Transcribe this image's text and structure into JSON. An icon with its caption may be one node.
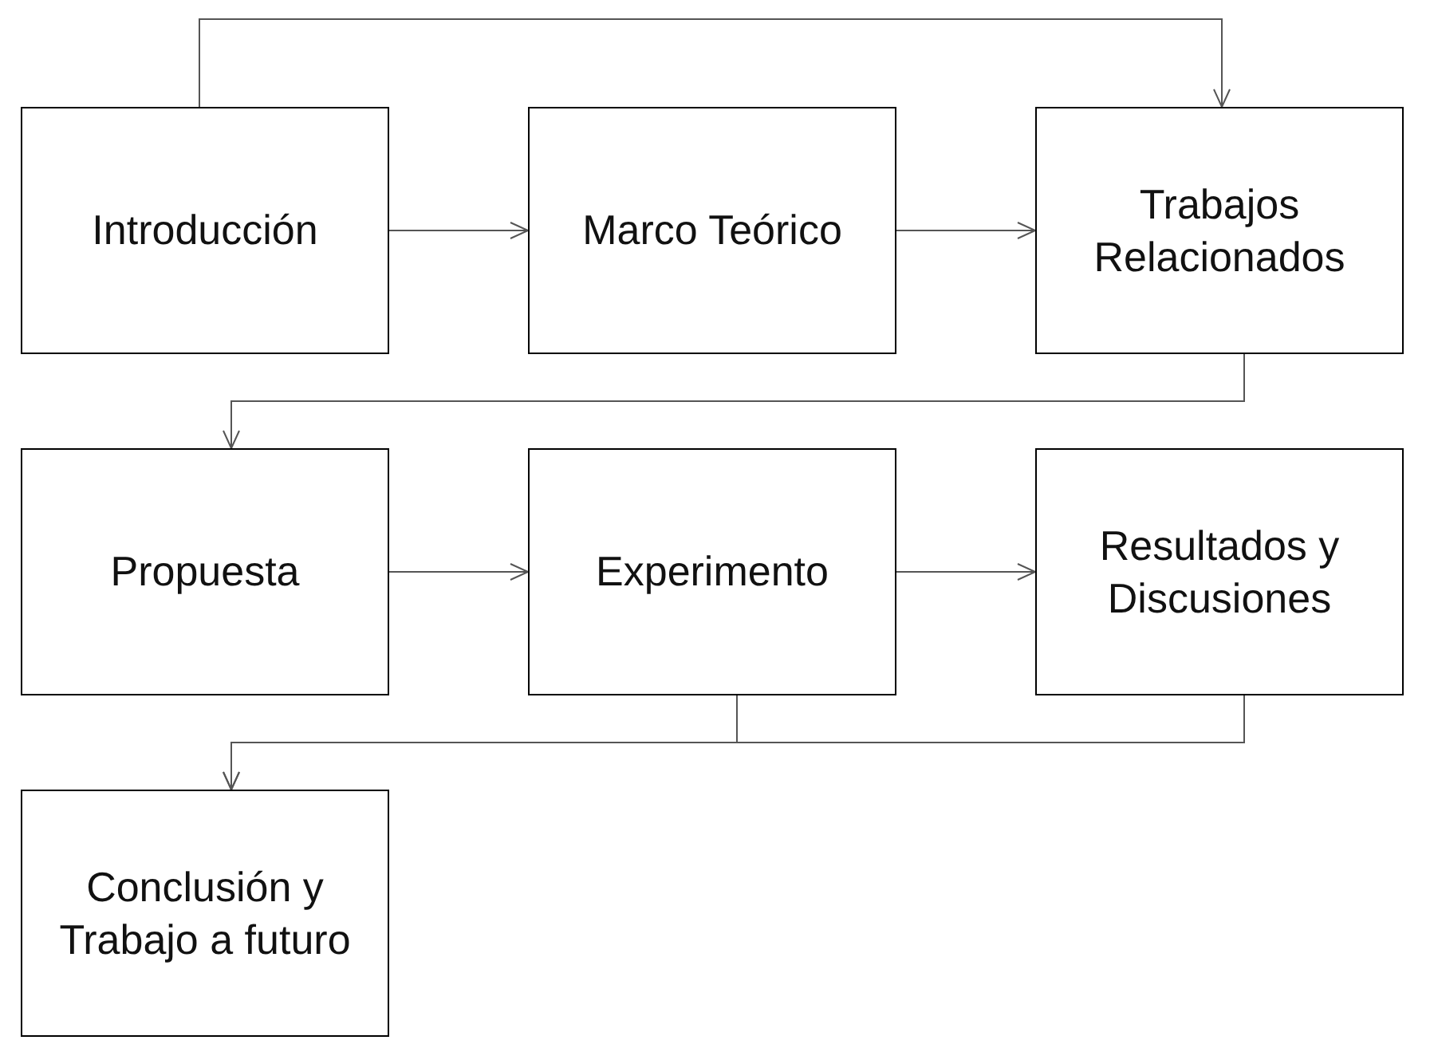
{
  "diagram": {
    "nodes": [
      {
        "text": [
          "Introducción"
        ]
      },
      {
        "text": [
          "Marco Teórico"
        ]
      },
      {
        "text": [
          "Trabajos Relacionados"
        ]
      },
      {
        "text": [
          "Propuesta"
        ]
      },
      {
        "text": [
          "Experimento"
        ]
      },
      {
        "text": [
          "Resultados y Discusiones"
        ]
      },
      {
        "text": [
          "Conclusión y Trabajo a futuro"
        ]
      }
    ],
    "edges": [
      {
        "from": 0,
        "to": 1,
        "arrow": "to"
      },
      {
        "from": 1,
        "to": 2,
        "arrow": "to"
      },
      {
        "from": 0,
        "to": 2,
        "arrow": "to"
      },
      {
        "from": 2,
        "to": 3,
        "arrow": "to"
      },
      {
        "from": 3,
        "to": 4,
        "arrow": "to"
      },
      {
        "from": 4,
        "to": 5,
        "arrow": "to"
      },
      {
        "from": 4,
        "to": 6,
        "arrow": "to"
      },
      {
        "from": 5,
        "to": 6,
        "arrow": "to"
      }
    ]
  }
}
